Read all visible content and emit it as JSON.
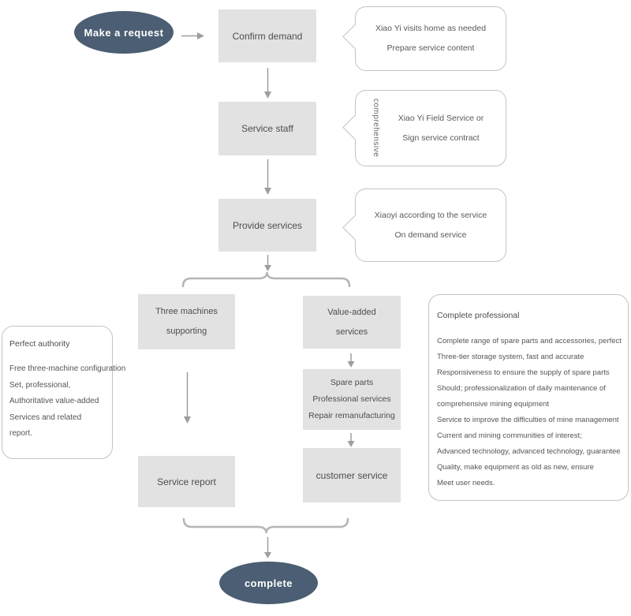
{
  "colors": {
    "terminal_fill": "#4b5e73",
    "terminal_text": "#ffffff",
    "box_fill": "#e2e2e2",
    "box_text": "#4d4d4d",
    "bubble_border": "#c3c3c3",
    "connector": "#9e9e9e",
    "brace": "#b5b5b5"
  },
  "start": {
    "label": "Make a request"
  },
  "end": {
    "label": "complete"
  },
  "steps": {
    "confirm_demand": {
      "label": "Confirm demand"
    },
    "service_staff": {
      "label": "Service staff"
    },
    "provide_services": {
      "label": "Provide services"
    },
    "three_machines": {
      "lines": [
        "Three machines",
        "supporting"
      ]
    },
    "value_added": {
      "lines": [
        "Value-added",
        "services"
      ]
    },
    "spare_parts": {
      "lines": [
        "Spare parts",
        "Professional services",
        "Repair remanufacturing"
      ]
    },
    "service_report": {
      "label": "Service report"
    },
    "customer_service": {
      "label": "customer service"
    }
  },
  "callouts": {
    "confirm": {
      "lines": [
        "Xiao Yi visits home as needed",
        "Prepare service content"
      ]
    },
    "staff": {
      "side_label": "comprehensive",
      "lines": [
        "Xiao Yi Field Service or",
        "Sign service contract"
      ]
    },
    "provide": {
      "lines": [
        "Xiaoyi according to the service",
        "On demand service"
      ]
    }
  },
  "notes": {
    "perfect_authority": {
      "title": "Perfect authority",
      "lines": [
        "Free three-machine configuration",
        "Set, professional,",
        "Authoritative value-added",
        "Services and related",
        "report."
      ]
    },
    "complete_professional": {
      "title": "Complete professional",
      "lines": [
        "Complete range of spare parts and accessories, perfect",
        "Three-tier storage system, fast and accurate",
        "Responsiveness to ensure the supply of spare parts",
        "Should; professionalization of daily maintenance of",
        "comprehensive mining equipment",
        "Service to improve the difficulties of mine management",
        "Current and mining communities of interest;",
        "Advanced technology, advanced technology, guarantee",
        "Quality, make equipment as old as new, ensure",
        "Meet user needs."
      ]
    }
  }
}
